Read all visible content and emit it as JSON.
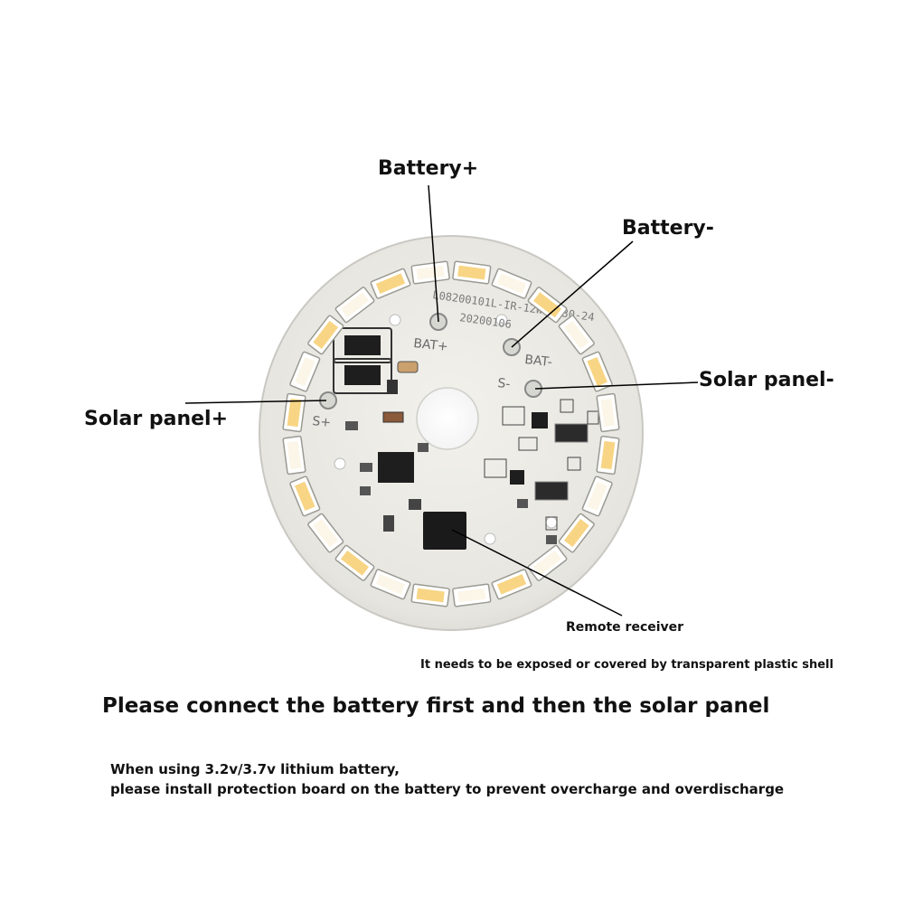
{
  "labels": {
    "battery_plus": "Battery+",
    "battery_minus": "Battery-",
    "solar_minus": "Solar panel-",
    "solar_plus": "Solar panel+",
    "remote_receiver": "Remote receiver",
    "exposure_note": "It needs to be exposed or covered by transparent plastic shell",
    "instruction": "Please connect the battery first and then the solar panel",
    "battery_note_line1": "When using 3.2v/3.7v lithium battery,",
    "battery_note_line2": "please install protection board on the battery to prevent overcharge and overdischarge"
  },
  "board_silkscreen": {
    "part_number": "L08200101L-IR-12W-5730-24",
    "date_code": "20200106",
    "pads": [
      "BAT+",
      "BAT-",
      "S+",
      "S-"
    ]
  },
  "colors": {
    "board": "#ecebe6",
    "led_body": "#ffffff",
    "led_warm": "#f8d585",
    "led_cold": "#fbf6e8",
    "component": "#1e1e1e",
    "background": "#ffffff"
  }
}
